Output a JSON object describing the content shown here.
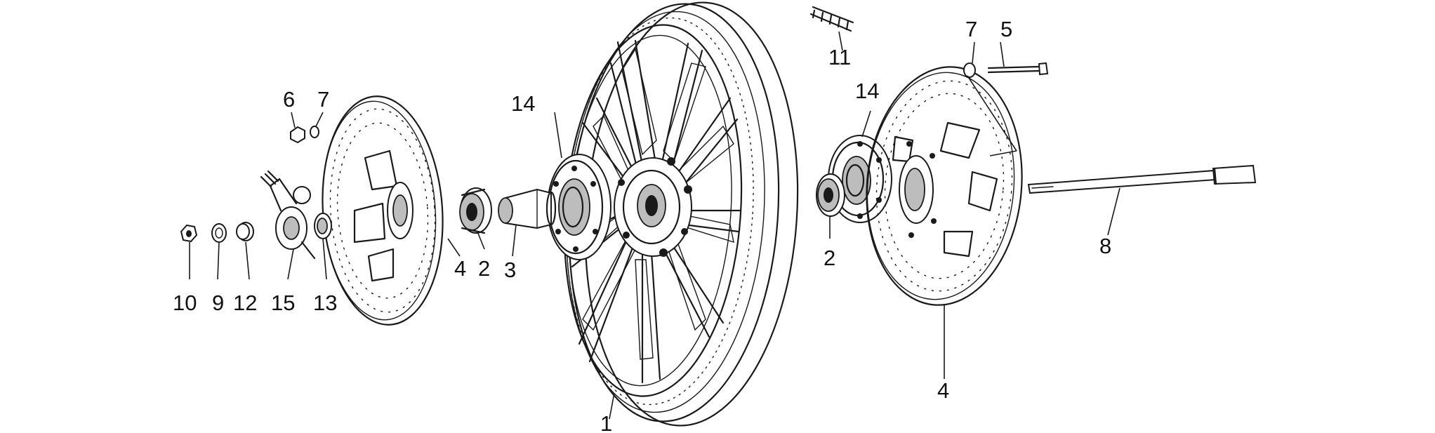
{
  "callouts": [
    {
      "id": "c1",
      "text": "1"
    },
    {
      "id": "c2a",
      "text": "2"
    },
    {
      "id": "c2b",
      "text": "2"
    },
    {
      "id": "c3",
      "text": "3"
    },
    {
      "id": "c4a",
      "text": "4"
    },
    {
      "id": "c4b",
      "text": "4"
    },
    {
      "id": "c5",
      "text": "5"
    },
    {
      "id": "c6",
      "text": "6"
    },
    {
      "id": "c7a",
      "text": "7"
    },
    {
      "id": "c7b",
      "text": "7"
    },
    {
      "id": "c8",
      "text": "8"
    },
    {
      "id": "c9",
      "text": "9"
    },
    {
      "id": "c10",
      "text": "10"
    },
    {
      "id": "c11",
      "text": "11"
    },
    {
      "id": "c12",
      "text": "12"
    },
    {
      "id": "c13",
      "text": "13"
    },
    {
      "id": "c14a",
      "text": "14"
    },
    {
      "id": "c14b",
      "text": "14"
    },
    {
      "id": "c15",
      "text": "15"
    }
  ],
  "colors": {
    "ink": "#1a1a1a",
    "background": "#ffffff"
  }
}
